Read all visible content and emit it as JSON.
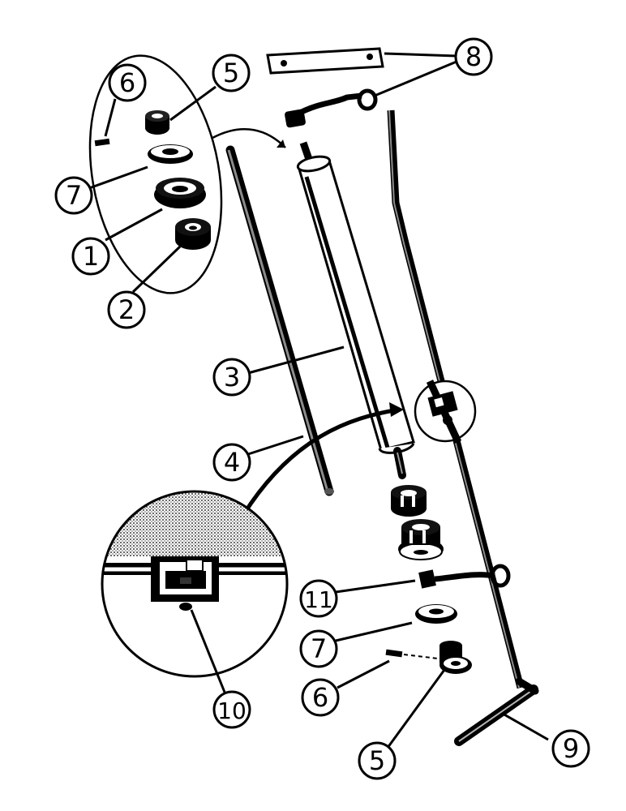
{
  "diagram": {
    "callouts": [
      {
        "key": "c6a",
        "label": "6"
      },
      {
        "key": "c5a",
        "label": "5"
      },
      {
        "key": "c8",
        "label": "8"
      },
      {
        "key": "c7a",
        "label": "7"
      },
      {
        "key": "c1",
        "label": "1"
      },
      {
        "key": "c2",
        "label": "2"
      },
      {
        "key": "c3",
        "label": "3"
      },
      {
        "key": "c4",
        "label": "4"
      },
      {
        "key": "c11",
        "label": "11"
      },
      {
        "key": "c7b",
        "label": "7"
      },
      {
        "key": "c6b",
        "label": "6"
      },
      {
        "key": "c10",
        "label": "10"
      },
      {
        "key": "c5b",
        "label": "5"
      },
      {
        "key": "c9",
        "label": "9"
      }
    ]
  },
  "colors": {
    "ink": "#000000",
    "paper": "#ffffff",
    "shade": "#b8b8b8"
  }
}
